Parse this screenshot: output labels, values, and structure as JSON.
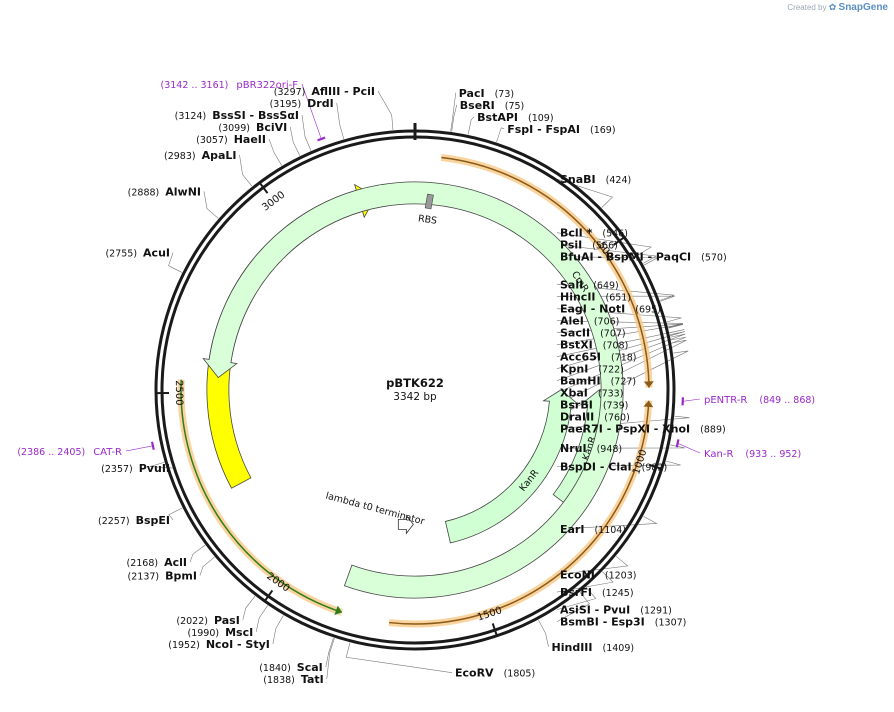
{
  "credit": {
    "prefix": "Created by",
    "brand": "SnapGene"
  },
  "plasmid": {
    "name": "pBTK622",
    "size_label": "3342 bp",
    "length": 3342
  },
  "colors": {
    "backbone": "#1a1a1a",
    "ori": "#ffff00",
    "kan": "#cfffd2",
    "cmr": "#d9ffd9",
    "highlight": "#f9c987",
    "primer": "#9a29cc",
    "rbs": "#999999"
  },
  "ticks": [
    {
      "pos": 500,
      "label": "500"
    },
    {
      "pos": 1000,
      "label": "1000"
    },
    {
      "pos": 1500,
      "label": "1500"
    },
    {
      "pos": 2000,
      "label": "2000"
    },
    {
      "pos": 2500,
      "label": "2500"
    },
    {
      "pos": 3000,
      "label": "3000"
    }
  ],
  "features": [
    {
      "name": "ori",
      "type": "arrow",
      "start": 2245,
      "end": 3235,
      "strand": 1,
      "ring": 0.77,
      "color": "#ffff00",
      "stroke": "#444444"
    },
    {
      "name": "KanR",
      "type": "arrow",
      "start": 1180,
      "end": 835,
      "strand": -1,
      "ring": 0.72,
      "color": "#cfffd2",
      "stroke": "#444444"
    },
    {
      "name": "KanR",
      "type": "arrow",
      "start": 1550,
      "end": 835,
      "strand": -1,
      "ring": 0.57,
      "color": "#cfffd2",
      "stroke": "#444444"
    },
    {
      "name": "CmR",
      "type": "arrow",
      "start": 1855,
      "end": 2540,
      "strand": -1,
      "ring": 0.77,
      "color": "#d9ffd9",
      "stroke": "#444444"
    },
    {
      "name": "lambda t0 terminator",
      "type": "terminator",
      "pos": 1705,
      "ring": 0.53
    }
  ],
  "highlights": [
    {
      "start": 60,
      "end": 830,
      "strand": 1
    },
    {
      "start": 860,
      "end": 1730,
      "strand": -1
    },
    {
      "start": 1840,
      "end": 2530,
      "strand": -1
    }
  ],
  "rbs": {
    "label": "RBS",
    "pos": 40
  },
  "primers": [
    {
      "name": "pBR322ori-F",
      "range": "(3142 .. 3161)",
      "pos": 3152,
      "side": "left"
    },
    {
      "name": "CAT-R",
      "range": "(2386 .. 2405)",
      "pos": 2395,
      "side": "left"
    },
    {
      "name": "pENTR-R",
      "range": "(849 .. 868)",
      "pos": 858,
      "side": "right"
    },
    {
      "name": "Kan-R",
      "range": "(933 .. 952)",
      "pos": 942,
      "side": "right"
    }
  ],
  "sites_right": [
    {
      "name": "PacI",
      "pos_label": "(73)",
      "pos": 73
    },
    {
      "name": "BseRI",
      "pos_label": "(75)",
      "pos": 75
    },
    {
      "name": "BstAPI",
      "pos_label": "(109)",
      "pos": 109
    },
    {
      "name": "FspI  -  FspAI",
      "pos_label": "(169)",
      "pos": 169
    },
    {
      "name": "SnaBI",
      "pos_label": "(424)",
      "pos": 424
    },
    {
      "name": "BclI *",
      "pos_label": "(546)",
      "pos": 546
    },
    {
      "name": "PsiI",
      "pos_label": "(566)",
      "pos": 566
    },
    {
      "name": "BfuAI  -  BspMI  -  PaqCI",
      "pos_label": "(570)",
      "pos": 570
    },
    {
      "name": "SalI",
      "pos_label": "(649)",
      "pos": 649
    },
    {
      "name": "HincII",
      "pos_label": "(651)",
      "pos": 651
    },
    {
      "name": "EagI  -  NotI",
      "pos_label": "(695)",
      "pos": 695
    },
    {
      "name": "AleI",
      "pos_label": "(706)",
      "pos": 706
    },
    {
      "name": "SacII",
      "pos_label": "(707)",
      "pos": 707
    },
    {
      "name": "BstXI",
      "pos_label": "(708)",
      "pos": 708
    },
    {
      "name": "Acc65I",
      "pos_label": "(718)",
      "pos": 718
    },
    {
      "name": "KpnI",
      "pos_label": "(722)",
      "pos": 722
    },
    {
      "name": "BamHI",
      "pos_label": "(727)",
      "pos": 727
    },
    {
      "name": "XbaI",
      "pos_label": "(733)",
      "pos": 733
    },
    {
      "name": "BsrBI",
      "pos_label": "(739)",
      "pos": 739
    },
    {
      "name": "DraIII",
      "pos_label": "(760)",
      "pos": 760
    },
    {
      "name": "PaeR7I  -  PspXI  -  XhoI",
      "pos_label": "(889)",
      "pos": 889
    },
    {
      "name": "NruI",
      "pos_label": "(948)",
      "pos": 948
    },
    {
      "name": "BspDI  -  ClaI",
      "pos_label": "(982)",
      "pos": 982
    },
    {
      "name": "EarI",
      "pos_label": "(1104)",
      "pos": 1104
    },
    {
      "name": "EcoNI",
      "pos_label": "(1203)",
      "pos": 1203
    },
    {
      "name": "BsrFI",
      "pos_label": "(1245)",
      "pos": 1245
    },
    {
      "name": "AsiSI  -  PvuI",
      "pos_label": "(1291)",
      "pos": 1291
    },
    {
      "name": "BsmBI  -  Esp3I",
      "pos_label": "(1307)",
      "pos": 1307
    },
    {
      "name": "HindIII",
      "pos_label": "(1409)",
      "pos": 1409
    },
    {
      "name": "EcoRV",
      "pos_label": "(1805)",
      "pos": 1805
    }
  ],
  "sites_left": [
    {
      "name": "AflIII  -  PciI",
      "pos_label": "(3297)",
      "pos": 3297
    },
    {
      "name": "DrdI",
      "pos_label": "(3195)",
      "pos": 3195
    },
    {
      "name": "BssSI  -  BssSαI",
      "pos_label": "(3124)",
      "pos": 3124
    },
    {
      "name": "BciVI",
      "pos_label": "(3099)",
      "pos": 3099
    },
    {
      "name": "HaeII",
      "pos_label": "(3057)",
      "pos": 3057
    },
    {
      "name": "ApaLI",
      "pos_label": "(2983)",
      "pos": 2983
    },
    {
      "name": "AlwNI",
      "pos_label": "(2888)",
      "pos": 2888
    },
    {
      "name": "AcuI",
      "pos_label": "(2755)",
      "pos": 2755
    },
    {
      "name": "PvuII",
      "pos_label": "(2357)",
      "pos": 2357
    },
    {
      "name": "BspEI",
      "pos_label": "(2257)",
      "pos": 2257
    },
    {
      "name": "AclI",
      "pos_label": "(2168)",
      "pos": 2168
    },
    {
      "name": "BpmI",
      "pos_label": "(2137)",
      "pos": 2137
    },
    {
      "name": "PasI",
      "pos_label": "(2022)",
      "pos": 2022
    },
    {
      "name": "MscI",
      "pos_label": "(1990)",
      "pos": 1990
    },
    {
      "name": "NcoI  -  StyI",
      "pos_label": "(1952)",
      "pos": 1952
    },
    {
      "name": "ScaI",
      "pos_label": "(1840)",
      "pos": 1840
    },
    {
      "name": "TatI",
      "pos_label": "(1838)",
      "pos": 1838
    }
  ]
}
